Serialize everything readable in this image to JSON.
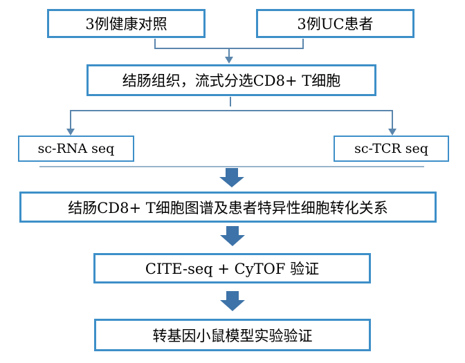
{
  "nodes": {
    "healthy_controls": "3例健康对照",
    "uc_patients": "3例UC患者",
    "sorting": "结肠组织，流式分选CD8+ T细胞",
    "scrna": "sc-RNA seq",
    "sctcr": "sc-TCR seq",
    "atlas": "结肠CD8+ T细胞图谱及患者特异性细胞转化关系",
    "validation_cite": "CITE-seq + CyTOF 验证",
    "validation_mouse": "转基因小鼠模型实验验证"
  },
  "colors": {
    "box_border": "#3d8fc8",
    "connector": "#5b86ad",
    "block_arrow": "#3d73a8"
  }
}
